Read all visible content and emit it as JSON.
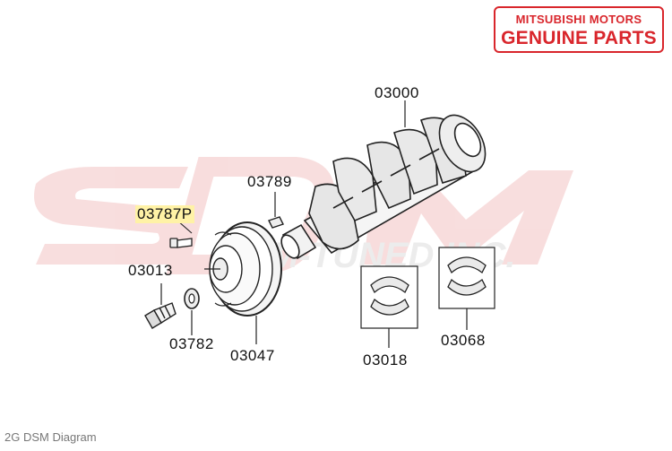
{
  "badge": {
    "line1": "MITSUBISHI MOTORS",
    "line2": "GENUINE PARTS",
    "color": "#d9262c"
  },
  "watermark": {
    "text": "M-TUNED INC."
  },
  "parts": [
    {
      "id": "03000",
      "name": "crankshaft"
    },
    {
      "id": "03789",
      "name": "woodruff-key"
    },
    {
      "id": "03787P",
      "name": "pulley-bolt",
      "highlighted": true,
      "highlight_color": "#fff2a6"
    },
    {
      "id": "03013",
      "name": "crankshaft-bolt"
    },
    {
      "id": "03782",
      "name": "washer"
    },
    {
      "id": "03047",
      "name": "crankshaft-pulley"
    },
    {
      "id": "03018",
      "name": "main-bearing-upper"
    },
    {
      "id": "03068",
      "name": "main-bearing-lower"
    }
  ],
  "caption": "2G DSM Diagram"
}
